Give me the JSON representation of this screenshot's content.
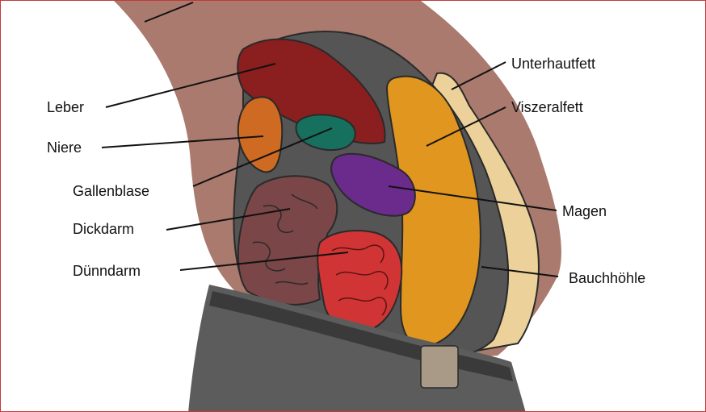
{
  "labels": {
    "leber": "Leber",
    "niere": "Niere",
    "gallenblase": "Gallenblase",
    "dickdarm": "Dickdarm",
    "duenndarm": "Dünndarm",
    "unterhautfett": "Unterhautfett",
    "viszeralfett": "Viszeralfett",
    "magen": "Magen",
    "bauchhoehle": "Bauchhöhle"
  },
  "colors": {
    "skin": "#a97a6d",
    "cavity": "#555555",
    "liver": "#8b1e1e",
    "kidney": "#cf6a22",
    "gallbladder": "#17705e",
    "stomach": "#6b2b8c",
    "visceral_fat": "#e0961f",
    "subcutaneous_fat": "#ecd29a",
    "colon": "#7a4647",
    "small_intestine": "#d13434",
    "trousers": "#5c5c5c",
    "border": "#c23a3a"
  }
}
